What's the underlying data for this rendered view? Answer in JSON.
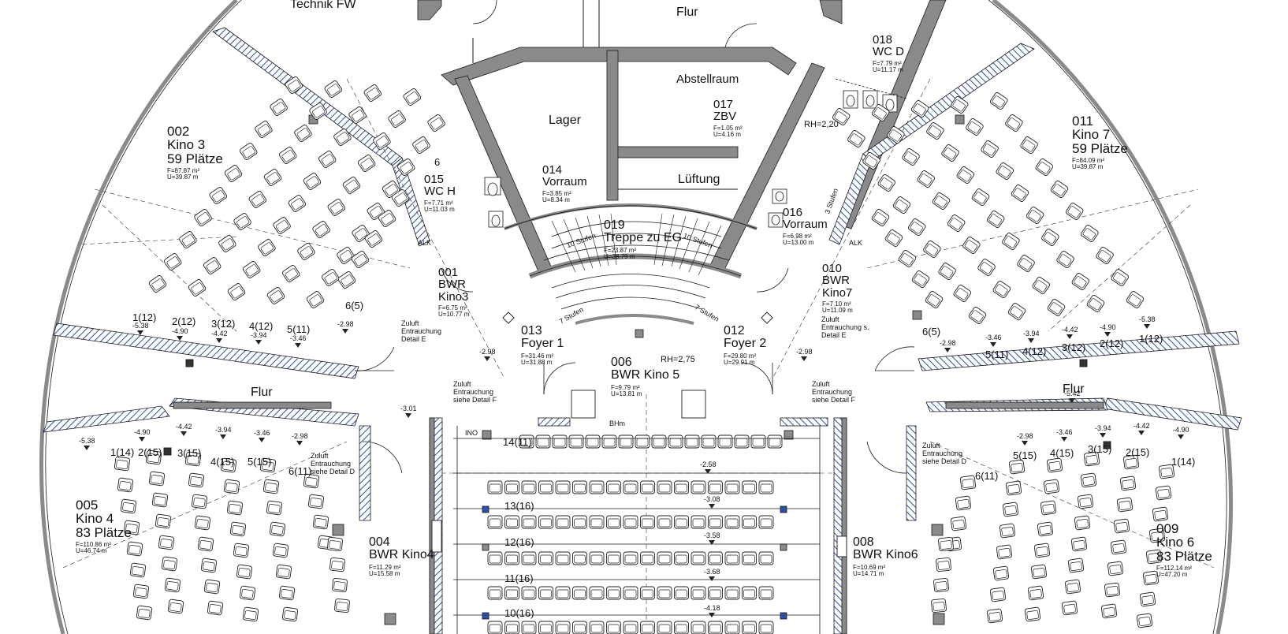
{
  "rooms": {
    "technik": {
      "title": "Technik FW"
    },
    "flur_top": {
      "title": "Flur"
    },
    "abstellraum": {
      "title": "Abstellraum"
    },
    "lager": {
      "title": "Lager"
    },
    "lueftung": {
      "title": "Lüftung"
    },
    "r018": {
      "num": "018",
      "name": "WC D",
      "f": "F=7.79 m²",
      "u": "U=11.17 m"
    },
    "r017": {
      "num": "017",
      "name": "ZBV",
      "f": "F=1.05 m²",
      "u": "U=4.16 m"
    },
    "r014": {
      "num": "014",
      "name": "Vorraum",
      "f": "F=3.85 m²",
      "u": "U=8.34 m"
    },
    "r015": {
      "num": "015",
      "name": "WC H",
      "f": "F=7.71 m²",
      "u": "U=11.03 m"
    },
    "r016": {
      "num": "016",
      "name": "Vorraum",
      "f": "F=6.98 m²",
      "u": "U=13.00 m"
    },
    "r019": {
      "num": "019",
      "name": "Treppe zu EG",
      "f": "F=23.87 m²",
      "u": "U=28.79 m"
    },
    "r002": {
      "num": "002",
      "name": "Kino 3",
      "seats": "59 Plätze",
      "f": "F=87.87 m²",
      "u": "U=39.87 m"
    },
    "r011": {
      "num": "011",
      "name": "Kino 7",
      "seats": "59 Plätze",
      "f": "F=84.09 m²",
      "u": "U=39.87 m"
    },
    "r001": {
      "num": "001",
      "name": "BWR",
      "name2": "Kino3",
      "f": "F=6.75 m²",
      "u": "U=10.77 m"
    },
    "r010": {
      "num": "010",
      "name": "BWR",
      "name2": "Kino7",
      "f": "F=7.10 m²",
      "u": "U=11.09 m"
    },
    "r013": {
      "num": "013",
      "name": "Foyer 1",
      "f": "F=31.46 m²",
      "u": "U=31.88 m"
    },
    "r012": {
      "num": "012",
      "name": "Foyer 2",
      "f": "F=29.80 m²",
      "u": "U=29.91 m"
    },
    "r006": {
      "num": "006",
      "name": "BWR Kino 5",
      "f": "F=9.79 m²",
      "u": "U=13.81 m"
    },
    "r005": {
      "num": "005",
      "name": "Kino 4",
      "seats": "83 Plätze",
      "f": "F=110.86 m²",
      "u": "U=46.74 m"
    },
    "r009": {
      "num": "009",
      "name": "Kino 6",
      "seats": "83 Plätze",
      "f": "F=112.14 m²",
      "u": "U=47.20 m"
    },
    "r004": {
      "num": "004",
      "name": "BWR Kino4",
      "f": "F=11.29 m²",
      "u": "U=15.58 m"
    },
    "r008": {
      "num": "008",
      "name": "BWR Kino6",
      "f": "F=10.69 m²",
      "u": "U=14.71 m"
    },
    "flur_left": {
      "title": "Flur"
    },
    "flur_right": {
      "title": "Flur"
    }
  },
  "notes": {
    "rh_top": "RH=2,20",
    "rh_mid": "RH=2,75",
    "stufen_10a": "10 Stufen",
    "stufen_10b": "10 Stufen",
    "stufen_7a": "7 Stufen",
    "stufen_7b": "7 Stufen",
    "stufen_3": "3 Stufen",
    "zuluft_e": "Zuluft Entrauchung Detail E",
    "zuluft_7": "Zuluft Entrauchung s. Detail E",
    "zuluft_f1": "Zuluft Entrauchung siehe Detail F",
    "zuluft_f2": "Zuluft Entrauchung siehe Detail F",
    "zuluft_d1": "Zuluft Entrauchung siehe Detail D",
    "zuluft_d2": "Zuluft Entrauchung siehe Detail D",
    "alk_l": "ALK",
    "alk_r": "ALK",
    "bhm": "BHm",
    "ino": "INO",
    "six": "6"
  },
  "levels": {
    "l1": "-5.38",
    "l2": "-4.90",
    "l3": "-4.42",
    "l4": "-3.94",
    "l5": "-3.46",
    "l6": "-2.98",
    "r1": "-5.38",
    "r2": "-4.90",
    "r3": "-4.42",
    "r4": "-3.94",
    "r5": "-3.46",
    "r6": "-2.98",
    "f1": "-2.98",
    "f2": "-2.98",
    "flurL": "-3.01",
    "flurR": "-5.42",
    "bl1": "-5.38",
    "bl2": "-4.90",
    "bl3": "-4.42",
    "bl4": "-3.94",
    "bl5": "-3.46",
    "bl6": "-2.98",
    "br1": "-4.90",
    "br2": "-4.42",
    "br3": "-3.94",
    "br4": "-3.46",
    "br5": "-2.98",
    "k1": "-2.58",
    "k2": "-3.08",
    "k3": "-3.58",
    "k4": "-3.68",
    "k5": "-4.18"
  },
  "row_numbers": {
    "kl1": "1(12)",
    "kl2": "2(12)",
    "kl3": "3(12)",
    "kl4": "4(12)",
    "kl5": "5(11)",
    "kl6": "6(5)",
    "kr1": "1(12)",
    "kr2": "2(12)",
    "kr3": "3(12)",
    "kr4": "4(12)",
    "kr5": "5(11)",
    "kr6": "6(5)",
    "bl1": "1(14)",
    "bl2": "2(15)",
    "bl3": "3(15)",
    "bl4": "4(15)",
    "bl5": "5(15)",
    "bl6": "6(11)",
    "br1": "1(14)",
    "br2": "2(15)",
    "br3": "3(15)",
    "br4": "4(15)",
    "br5": "5(15)",
    "br6": "6(11)",
    "c14": "14(11)",
    "c13": "13(16)",
    "c12": "12(16)",
    "c11": "11(16)",
    "c10": "10(16)"
  },
  "colors": {
    "wall": "#8a8a8a",
    "insulation": "#2e4fa3",
    "line": "#1a1a1a"
  }
}
